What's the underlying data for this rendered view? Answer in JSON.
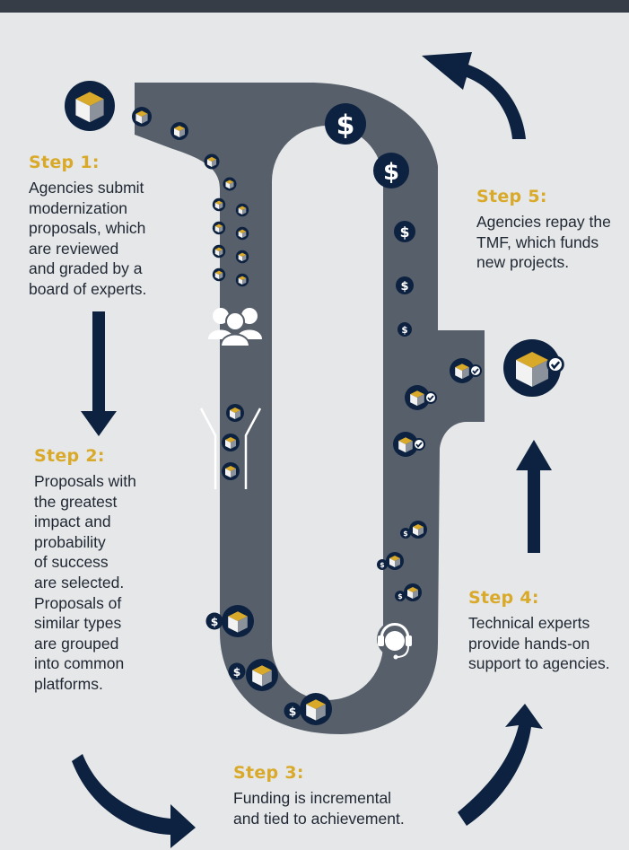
{
  "colors": {
    "background": "#e6e7e8",
    "road": "#575f6a",
    "navy": "#0d2240",
    "gold": "#d9a92a",
    "text": "#1f2733"
  },
  "steps": [
    {
      "title": "Step 1:",
      "text": "Agencies submit\nmodernization\nproposals, which\nare reviewed\nand graded by a\nboard of experts."
    },
    {
      "title": "Step 2:",
      "text": "Proposals with\nthe greatest\nimpact and\nprobability\nof success\nare selected.\nProposals of\nsimilar types\nare grouped\ninto common\nplatforms."
    },
    {
      "title": "Step 3:",
      "text": "Funding is incremental\nand tied to achievement."
    },
    {
      "title": "Step 4:",
      "text": "Technical experts\nprovide hands-on\nsupport to agencies."
    },
    {
      "title": "Step 5:",
      "text": "Agencies repay the\nTMF, which funds\nnew projects."
    }
  ],
  "icons": {
    "dollar_symbol": "$",
    "names": [
      "cube-icon",
      "dollar-icon",
      "people-icon",
      "funnel-icon",
      "headset-icon",
      "checkmark-icon",
      "arrow-icon"
    ]
  }
}
